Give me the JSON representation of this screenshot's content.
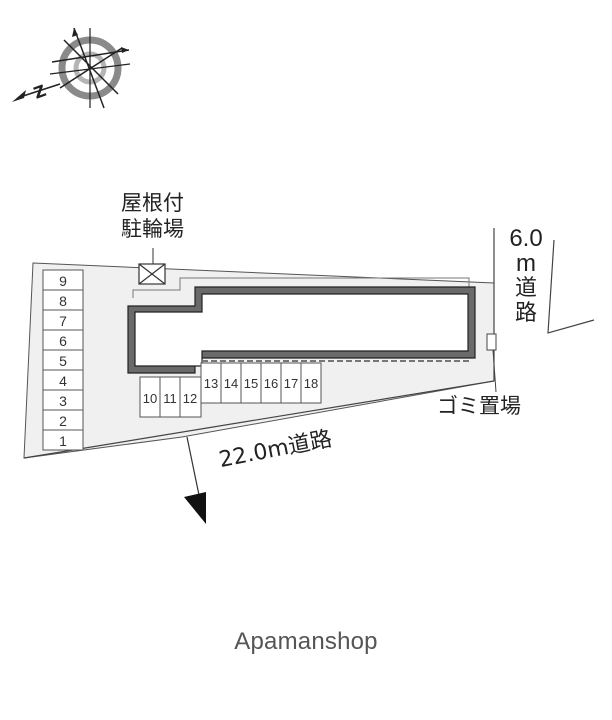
{
  "map": {
    "compass": {
      "icon": "compass-north-icon",
      "label": "N"
    },
    "labels": {
      "bike_parking_line1": "屋根付",
      "bike_parking_line2": "駐輪場",
      "east_road_width": "6.0",
      "east_road_unit": "m",
      "east_road_char1": "道",
      "east_road_char2": "路",
      "garbage": "ゴミ置場",
      "south_road": "22.0m道路"
    },
    "parking_left": [
      "9",
      "8",
      "7",
      "6",
      "5",
      "4",
      "3",
      "2",
      "1"
    ],
    "parking_bottom_a": [
      "10",
      "11",
      "12"
    ],
    "parking_bottom_b": [
      "13",
      "14",
      "15",
      "16",
      "17",
      "18"
    ],
    "colors": {
      "lot_fill": "#f0f0f0",
      "building_wall": "#6a6a6a",
      "line": "#444444"
    }
  },
  "footer": {
    "brand": "Apamanshop"
  }
}
